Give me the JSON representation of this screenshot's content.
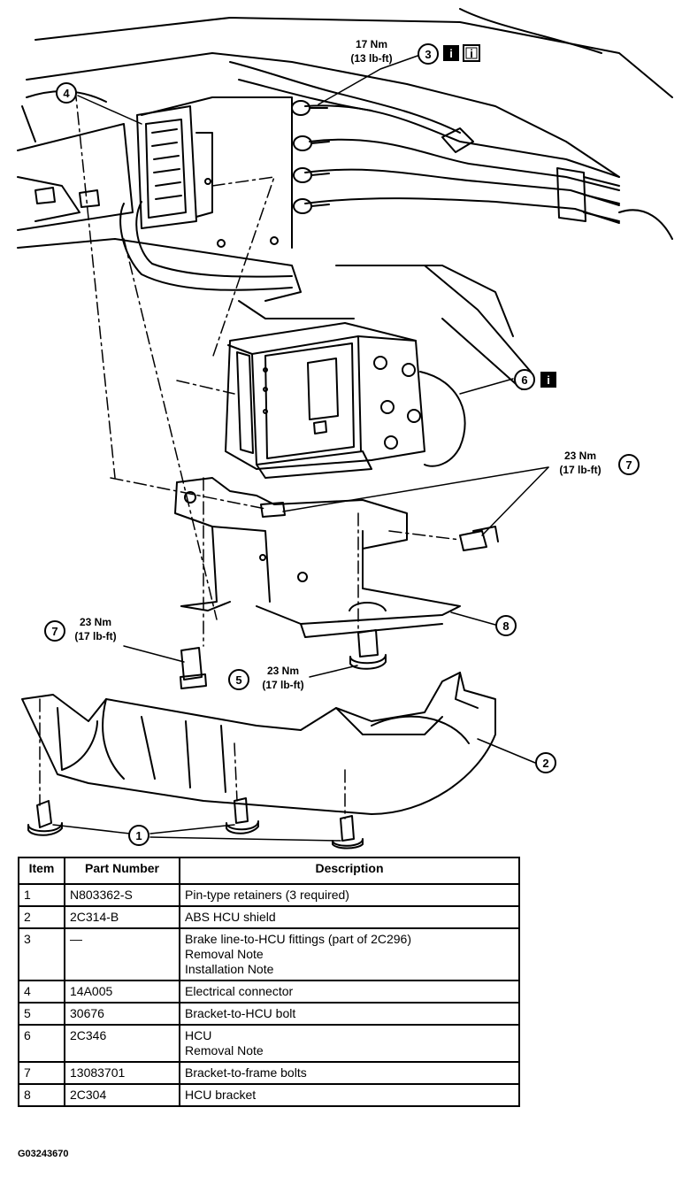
{
  "diagram": {
    "callouts": [
      {
        "id": "c1",
        "number": "1"
      },
      {
        "id": "c2",
        "number": "2"
      },
      {
        "id": "c3",
        "number": "3"
      },
      {
        "id": "c4",
        "number": "4"
      },
      {
        "id": "c5",
        "number": "5"
      },
      {
        "id": "c6",
        "number": "6"
      },
      {
        "id": "c7a",
        "number": "7"
      },
      {
        "id": "c7b",
        "number": "7"
      },
      {
        "id": "c8",
        "number": "8"
      }
    ],
    "torque_labels": {
      "t3": {
        "nm": "17 Nm",
        "lbft": "(13 lb-ft)"
      },
      "t7a": {
        "nm": "23 Nm",
        "lbft": "(17 lb-ft)"
      },
      "t7b": {
        "nm": "23 Nm",
        "lbft": "(17 lb-ft)"
      },
      "t5": {
        "nm": "23 Nm",
        "lbft": "(17 lb-ft)"
      }
    },
    "info_icon_glyph": "i"
  },
  "table": {
    "headers": {
      "item": "Item",
      "part_number": "Part Number",
      "description": "Description"
    },
    "rows": [
      {
        "item": "1",
        "part_number": "N803362-S",
        "description": [
          "Pin-type retainers (3 required)"
        ]
      },
      {
        "item": "2",
        "part_number": "2C314-B",
        "description": [
          "ABS HCU shield"
        ]
      },
      {
        "item": "3",
        "part_number": "—",
        "description": [
          "Brake line-to-HCU fittings (part of 2C296)",
          "Removal Note",
          "Installation Note"
        ]
      },
      {
        "item": "4",
        "part_number": "14A005",
        "description": [
          "Electrical connector"
        ]
      },
      {
        "item": "5",
        "part_number": "30676",
        "description": [
          "Bracket-to-HCU bolt"
        ]
      },
      {
        "item": "6",
        "part_number": "2C346",
        "description": [
          "HCU",
          "Removal Note"
        ]
      },
      {
        "item": "7",
        "part_number": "13083701",
        "description": [
          "Bracket-to-frame bolts"
        ]
      },
      {
        "item": "8",
        "part_number": "2C304",
        "description": [
          "HCU bracket"
        ]
      }
    ]
  },
  "figure_id": "G03243670"
}
